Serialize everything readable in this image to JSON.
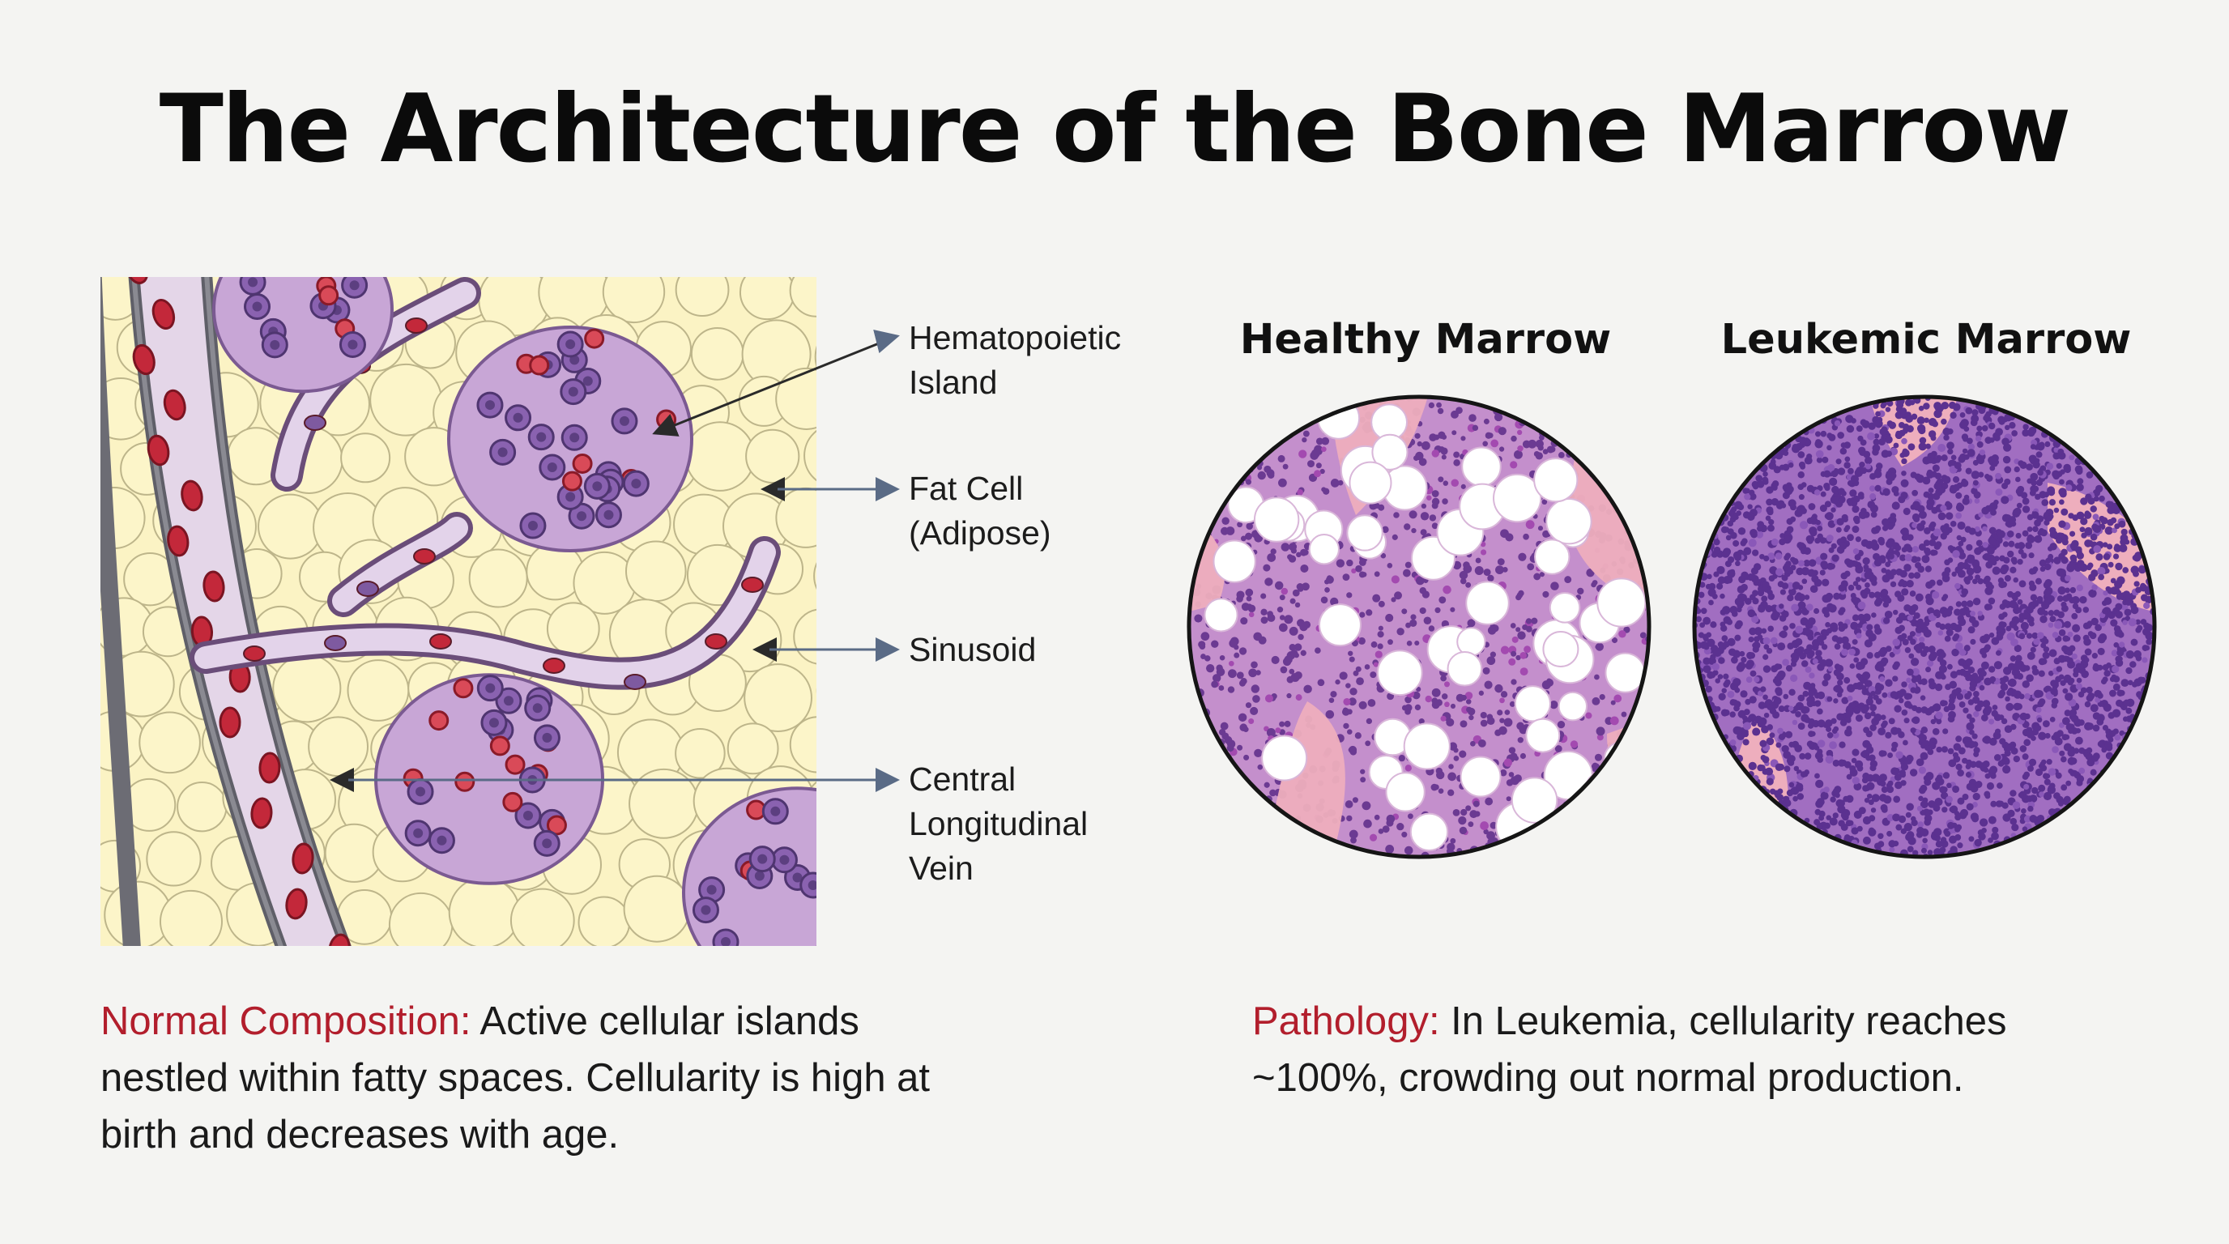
{
  "title": "The Architecture of the Bone Marrow",
  "diagram": {
    "labels": {
      "island": [
        "Hematopoietic",
        "Island"
      ],
      "fat": [
        "Fat Cell",
        "(Adipose)"
      ],
      "sinusoid": [
        "Sinusoid"
      ],
      "vein": [
        "Central",
        "Longitudinal",
        "Vein"
      ]
    }
  },
  "micrographs": {
    "healthy": "Healthy Marrow",
    "leukemic": "Leukemic Marrow"
  },
  "captions": {
    "normal_lead": "Normal Composition:",
    "normal_text": " Active cellular islands nestled within fatty spaces. Cellularity is high at birth and decreases with age.",
    "pathology_lead": "Pathology:",
    "pathology_text": " In Leukemia, cellularity reaches ~100%, crowding out normal production."
  },
  "colors": {
    "fat": "#fbf3c4",
    "island": "#c8a6d6",
    "vessel_wall": "#6c6c74",
    "rbc": "#c3283a",
    "bone": "#eeaebd",
    "caption_lead": "#b21e2c"
  }
}
